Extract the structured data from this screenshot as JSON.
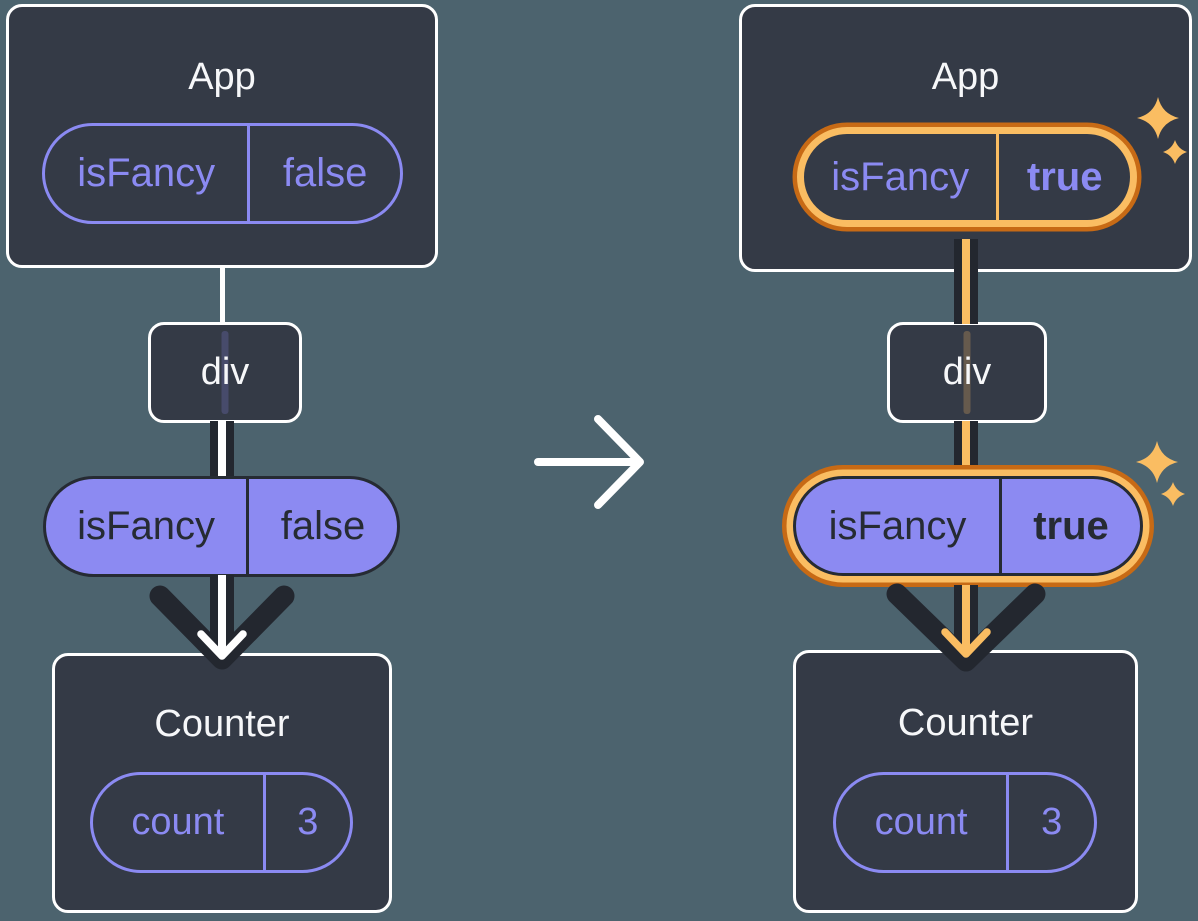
{
  "diagram": {
    "before": {
      "app": {
        "title": "App",
        "prop_name": "isFancy",
        "prop_value": "false"
      },
      "container": {
        "label": "div"
      },
      "passed_prop": {
        "name": "isFancy",
        "value": "false"
      },
      "counter": {
        "title": "Counter",
        "state_name": "count",
        "state_value": "3"
      }
    },
    "after": {
      "app": {
        "title": "App",
        "prop_name": "isFancy",
        "prop_value": "true"
      },
      "container": {
        "label": "div"
      },
      "passed_prop": {
        "name": "isFancy",
        "value": "true"
      },
      "counter": {
        "title": "Counter",
        "state_name": "count",
        "state_value": "3"
      }
    }
  },
  "icons": {
    "transition_arrow": "right-arrow",
    "sparkle": "four-point-star",
    "flow_arrowhead": "down-chevron"
  },
  "colors": {
    "background": "#4C636E",
    "box_fill": "#343A46",
    "box_border": "#FFFFFF",
    "purple": "#8B8AF2",
    "purple_fill": "#8C8AF2",
    "dark_stroke": "#23272F",
    "dark_text": "#262B33",
    "orange_light": "#FABD62",
    "orange_dark": "#C76A15",
    "white": "#FFFFFF"
  }
}
